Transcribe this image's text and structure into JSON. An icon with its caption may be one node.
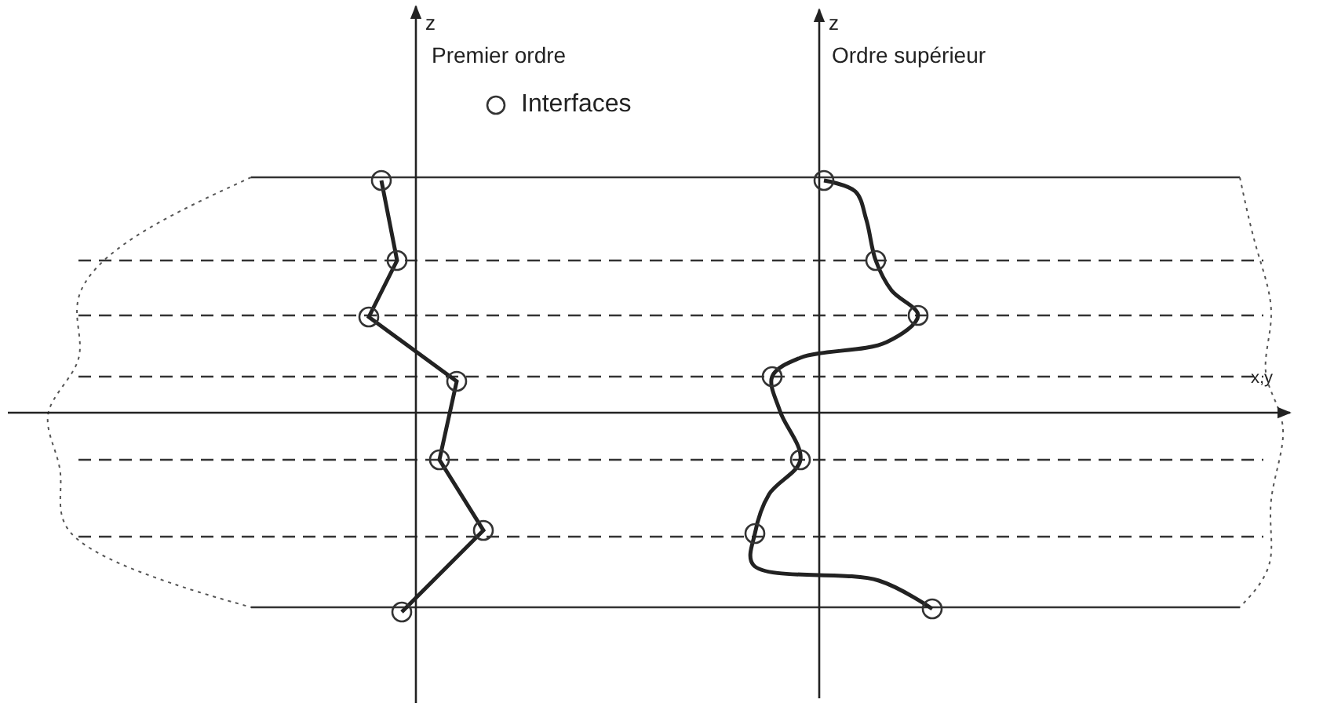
{
  "diagram": {
    "labels": [
      "z",
      "Premier ordre",
      "z",
      "Ordre supérieur",
      "x,y"
    ],
    "legend": [
      {
        "text": "Interfaces"
      }
    ]
  }
}
